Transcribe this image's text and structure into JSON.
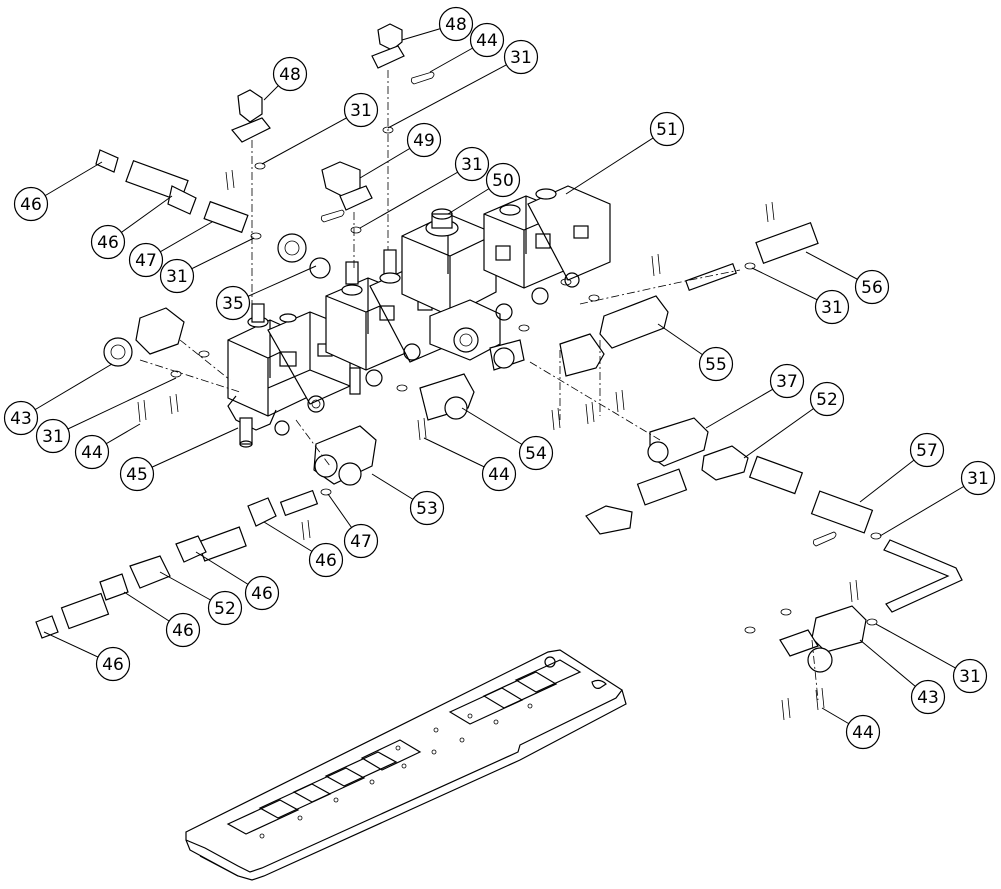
{
  "callouts": [
    {
      "label": "48"
    },
    {
      "label": "44"
    },
    {
      "label": "31"
    },
    {
      "label": "48"
    },
    {
      "label": "31"
    },
    {
      "label": "49"
    },
    {
      "label": "31"
    },
    {
      "label": "50"
    },
    {
      "label": "51"
    },
    {
      "label": "46"
    },
    {
      "label": "46"
    },
    {
      "label": "47"
    },
    {
      "label": "31"
    },
    {
      "label": "35"
    },
    {
      "label": "56"
    },
    {
      "label": "31"
    },
    {
      "label": "55"
    },
    {
      "label": "43"
    },
    {
      "label": "31"
    },
    {
      "label": "44"
    },
    {
      "label": "45"
    },
    {
      "label": "37"
    },
    {
      "label": "52"
    },
    {
      "label": "44"
    },
    {
      "label": "54"
    },
    {
      "label": "53"
    },
    {
      "label": "57"
    },
    {
      "label": "31"
    },
    {
      "label": "47"
    },
    {
      "label": "46"
    },
    {
      "label": "46"
    },
    {
      "label": "52"
    },
    {
      "label": "46"
    },
    {
      "label": "46"
    },
    {
      "label": "31"
    },
    {
      "label": "43"
    },
    {
      "label": "44"
    }
  ]
}
